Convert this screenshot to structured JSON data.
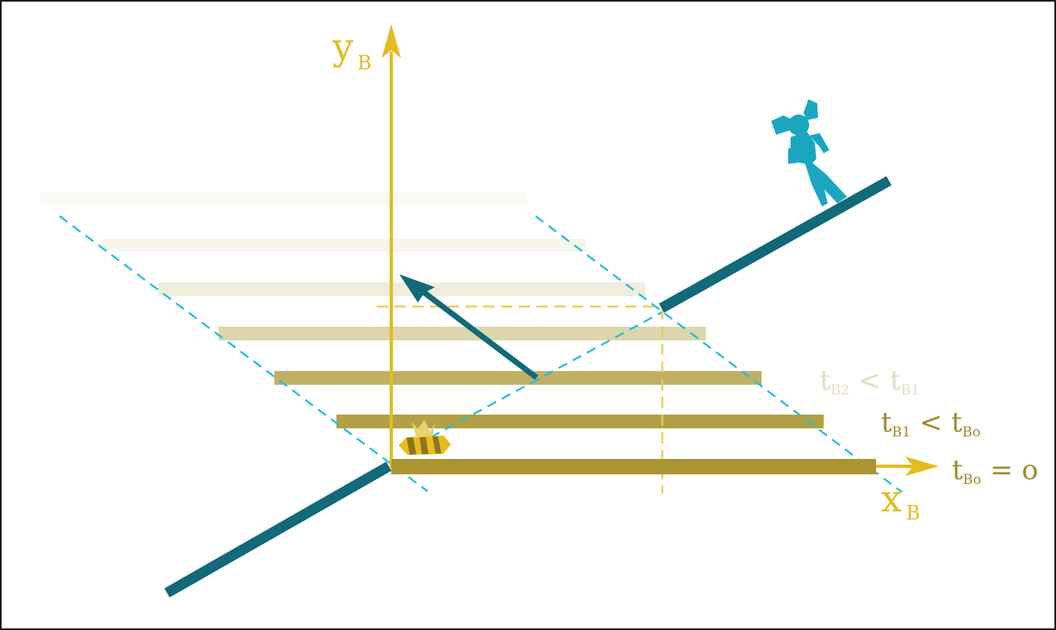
{
  "colors": {
    "axis_gold": "#e2bd1f",
    "slice_gold": "#ab9530",
    "teal_line": "#11697a",
    "cyan_dashed": "#25c0d8",
    "figure_cyan": "#1ba6c0",
    "label_dark_gold": "#a08a2c",
    "label_faded": "#e5dcc4",
    "bee_yellow": "#e7bd1b",
    "bee_brown": "#8d7424"
  },
  "axes": {
    "y_symbol": "y",
    "y_subscript": "B",
    "x_symbol": "x",
    "x_subscript": "B"
  },
  "time_labels": [
    {
      "text": "t",
      "sub": "B2",
      "mid": " < t",
      "sub2": "B1",
      "tail": ""
    },
    {
      "text": "t",
      "sub": "B1",
      "mid": " < t",
      "sub2": "Bo",
      "tail": ""
    },
    {
      "text": "t",
      "sub": "Bo",
      "mid": " = o",
      "sub2": "",
      "tail": ""
    }
  ],
  "icons": {
    "observer": "girl-with-pigtails-icon",
    "bee": "bee-icon"
  }
}
